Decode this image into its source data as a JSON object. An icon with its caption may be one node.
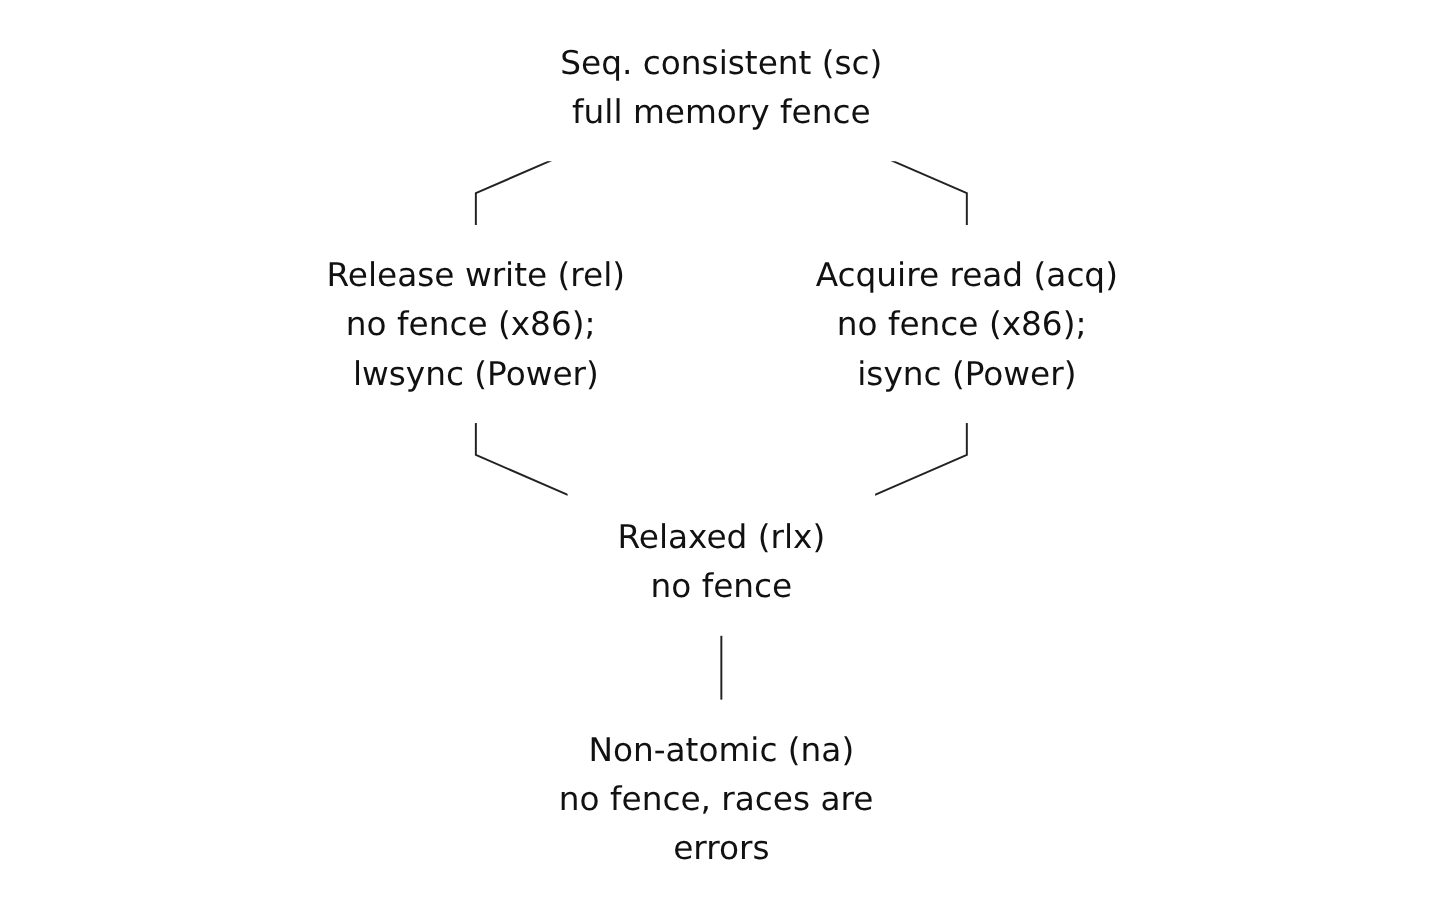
{
  "diagram": {
    "nodes": [
      {
        "text": [
          "Seq. consistent (sc)",
          "full memory fence"
        ]
      },
      {
        "text": [
          "Release write (rel)",
          "no fence (x86); lwsync (Power)"
        ]
      },
      {
        "text": [
          "Acquire read (acq)",
          "no fence (x86); isync (Power)"
        ]
      },
      {
        "text": [
          "Relaxed (rlx)",
          "no fence"
        ]
      },
      {
        "text": [
          "Non-atomic (na)",
          "no fence, races are errors"
        ]
      }
    ],
    "edges": [
      {
        "from": 0,
        "to": 1,
        "arrow": "none"
      },
      {
        "from": 0,
        "to": 2,
        "arrow": "none"
      },
      {
        "from": 1,
        "to": 3,
        "arrow": "none"
      },
      {
        "from": 2,
        "to": 3,
        "arrow": "none"
      },
      {
        "from": 3,
        "to": 4,
        "arrow": "none"
      }
    ]
  }
}
